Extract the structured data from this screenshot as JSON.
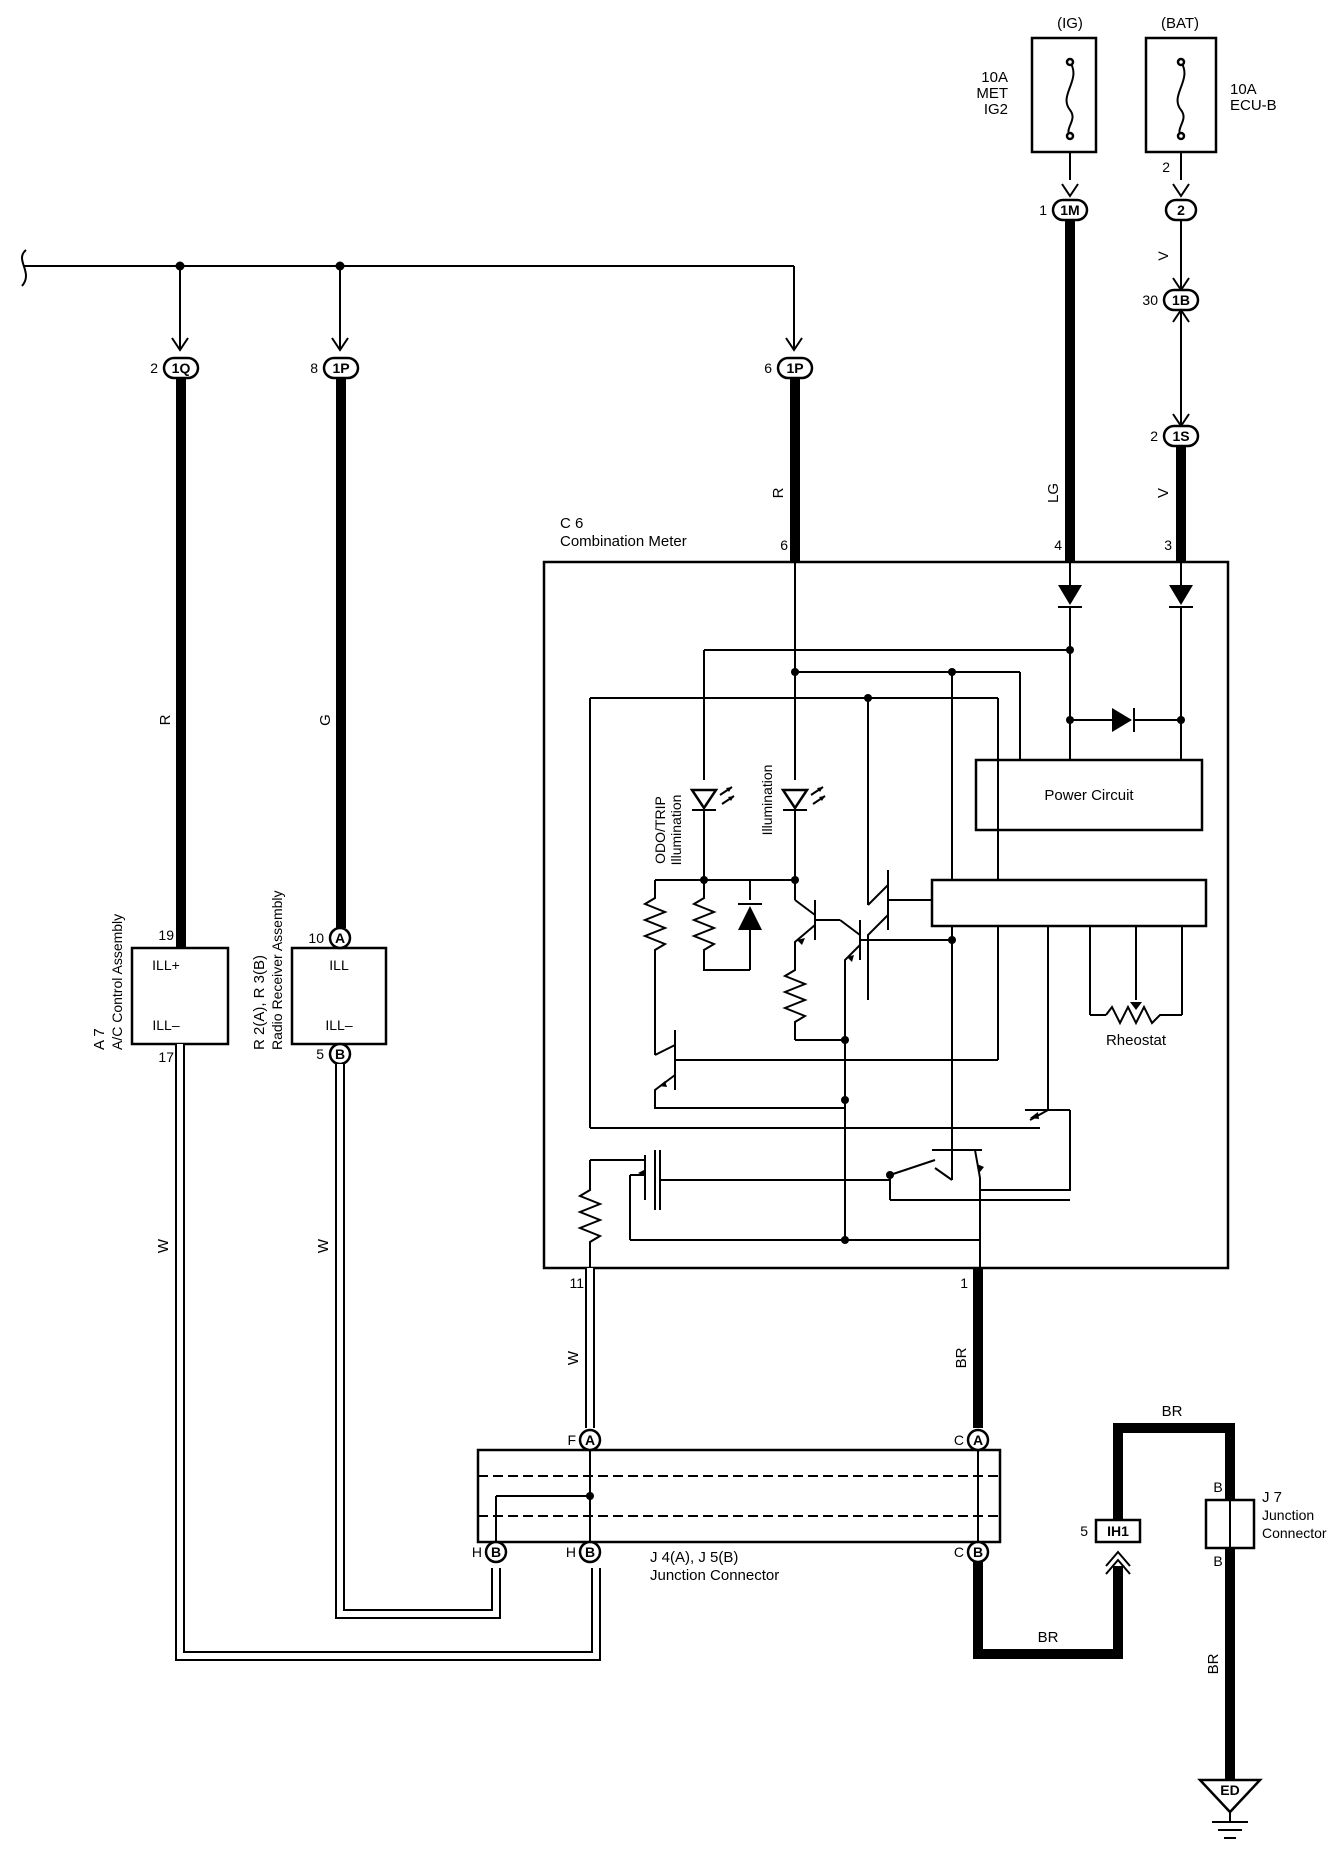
{
  "fuses": [
    {
      "id": "ig",
      "supply": "(IG)",
      "rating": "10A",
      "name_line1": "MET",
      "name_line2": "IG2"
    },
    {
      "id": "bat",
      "supply": "(BAT)",
      "rating": "10A",
      "name_line1": "ECU-B",
      "name_line2": ""
    }
  ],
  "connectors": {
    "c_1m": {
      "label": "1M",
      "pin": "1"
    },
    "c_2": {
      "label": "2",
      "pin": "2",
      "pin_above": "2"
    },
    "c_1b": {
      "label": "1B",
      "pin": "30"
    },
    "c_1s": {
      "label": "1S",
      "pin": "2"
    },
    "c_1q": {
      "label": "1Q",
      "pin": "2"
    },
    "c_1p_a": {
      "label": "1P",
      "pin": "8"
    },
    "c_1p_b": {
      "label": "1P",
      "pin": "6"
    },
    "c_a_radio": {
      "label": "A",
      "pin": "10"
    },
    "c_b_radio": {
      "label": "B",
      "pin": "5"
    },
    "j4_f": {
      "label": "A",
      "pin": "F"
    },
    "j4_c": {
      "label": "A",
      "pin": "C"
    },
    "j5_h1": {
      "label": "B",
      "pin": "H"
    },
    "j5_h2": {
      "label": "B",
      "pin": "H"
    },
    "j5_c": {
      "label": "B",
      "pin": "C"
    },
    "ih1": {
      "label": "IH1",
      "pin": "5"
    },
    "ed": {
      "label": "ED"
    }
  },
  "wire_colors": {
    "ac_power": "R",
    "radio_power": "G",
    "meter_ill": "R",
    "meter_ig": "LG",
    "bat_upper": "V",
    "bat_lower": "V",
    "ac_ground": "W",
    "radio_ground": "W",
    "meter_pin11": "W",
    "meter_pin1": "BR",
    "gnd_bottom": "BR",
    "gnd_top": "BR",
    "gnd_right": "BR"
  },
  "components": {
    "ac": {
      "code": "A 7",
      "name": "A/C Control Assembly",
      "term_plus": "ILL+",
      "term_minus": "ILL–",
      "pin_plus": "19",
      "pin_minus": "17"
    },
    "radio": {
      "code": "R 2(A), R 3(B)",
      "name": "Radio Receiver Assembly",
      "term_plus": "ILL",
      "term_minus": "ILL–"
    },
    "meter": {
      "code": "C 6",
      "name": "Combination Meter",
      "pin_6": "6",
      "pin_4": "4",
      "pin_3": "3",
      "pin_11": "11",
      "pin_1": "1"
    },
    "junction": {
      "code": "J 4(A), J 5(B)",
      "name": "Junction Connector"
    },
    "j7": {
      "code": "J 7",
      "name_line1": "Junction",
      "name_line2": "Connector",
      "pin_top": "B",
      "pin_bottom": "B"
    }
  },
  "meter_internal": {
    "power_circuit": "Power Circuit",
    "rheostat": "Rheostat",
    "odo_line1": "ODO/TRIP",
    "odo_line2": "Illumination",
    "ill": "Illumination"
  }
}
